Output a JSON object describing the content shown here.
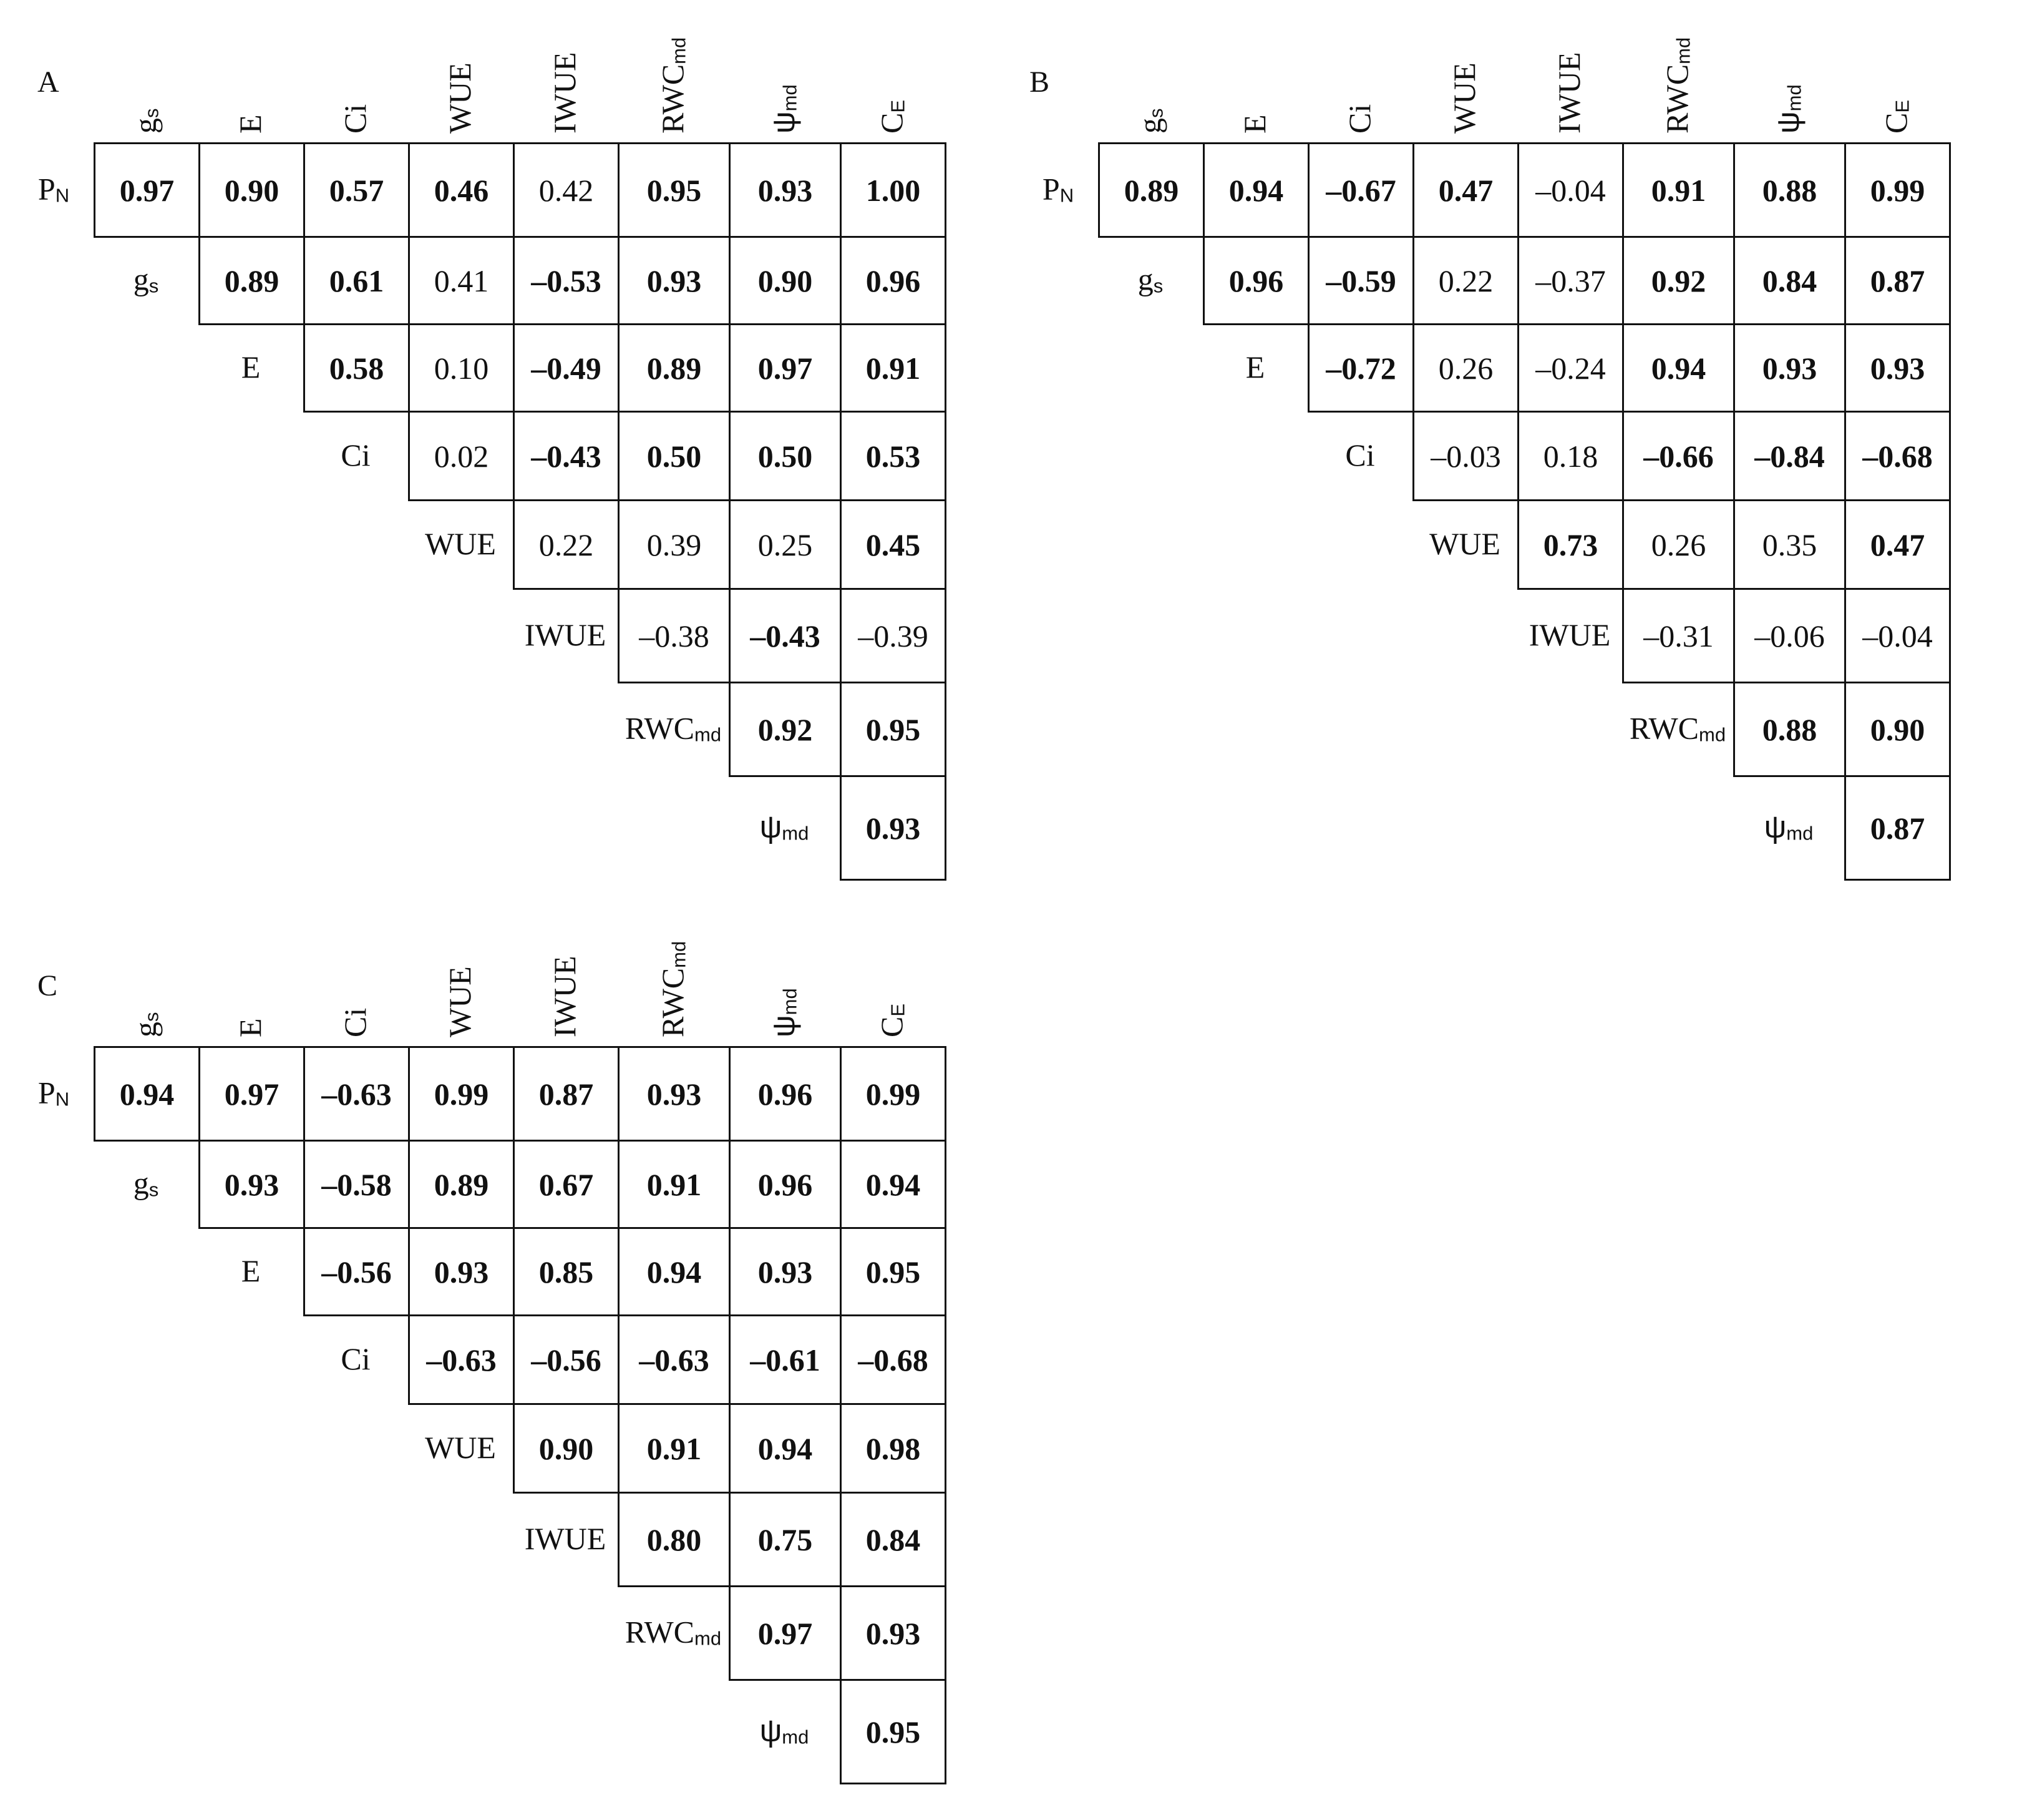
{
  "variables": [
    "P_N",
    "g_s",
    "E",
    "Ci",
    "WUE",
    "IWUE",
    "RWC_md",
    "psi_md",
    "C_E"
  ],
  "labels": {
    "P_N": {
      "main": "P",
      "sub": "N"
    },
    "g_s": {
      "main": "g",
      "sub": "s"
    },
    "E": {
      "main": "E",
      "sub": ""
    },
    "Ci": {
      "main": "Ci",
      "sub": ""
    },
    "WUE": {
      "main": "WUE",
      "sub": ""
    },
    "IWUE": {
      "main": "IWUE",
      "sub": ""
    },
    "RWC_md": {
      "main": "RWC",
      "sub": "md"
    },
    "psi_md": {
      "main": "ψ",
      "sub": "md"
    },
    "C_E": {
      "main": "C",
      "sub": "E"
    }
  },
  "chart_data": [
    {
      "type": "table",
      "panel": "A",
      "rows": [
        "P_N",
        "g_s",
        "E",
        "Ci",
        "WUE",
        "IWUE",
        "RWC_md",
        "psi_md"
      ],
      "columns": [
        "g_s",
        "E",
        "Ci",
        "WUE",
        "IWUE",
        "RWC_md",
        "psi_md",
        "C_E"
      ],
      "values": [
        [
          [
            "0.97",
            true
          ],
          [
            "0.90",
            true
          ],
          [
            "0.57",
            true
          ],
          [
            "0.46",
            true
          ],
          [
            "0.42",
            false
          ],
          [
            "0.95",
            true
          ],
          [
            "0.93",
            true
          ],
          [
            "1.00",
            true
          ]
        ],
        [
          [
            "0.89",
            true
          ],
          [
            "0.61",
            true
          ],
          [
            "0.41",
            false
          ],
          [
            "–0.53",
            true
          ],
          [
            "0.93",
            true
          ],
          [
            "0.90",
            true
          ],
          [
            "0.96",
            true
          ]
        ],
        [
          [
            "0.58",
            true
          ],
          [
            "0.10",
            false
          ],
          [
            "–0.49",
            true
          ],
          [
            "0.89",
            true
          ],
          [
            "0.97",
            true
          ],
          [
            "0.91",
            true
          ]
        ],
        [
          [
            "0.02",
            false
          ],
          [
            "–0.43",
            true
          ],
          [
            "0.50",
            true
          ],
          [
            "0.50",
            true
          ],
          [
            "0.53",
            true
          ]
        ],
        [
          [
            "0.22",
            false
          ],
          [
            "0.39",
            false
          ],
          [
            "0.25",
            false
          ],
          [
            "0.45",
            true
          ]
        ],
        [
          [
            "–0.38",
            false
          ],
          [
            "–0.43",
            true
          ],
          [
            "–0.39",
            false
          ]
        ],
        [
          [
            "0.92",
            true
          ],
          [
            "0.95",
            true
          ]
        ],
        [
          [
            "0.93",
            true
          ]
        ]
      ]
    },
    {
      "type": "table",
      "panel": "B",
      "rows": [
        "P_N",
        "g_s",
        "E",
        "Ci",
        "WUE",
        "IWUE",
        "RWC_md",
        "psi_md"
      ],
      "columns": [
        "g_s",
        "E",
        "Ci",
        "WUE",
        "IWUE",
        "RWC_md",
        "psi_md",
        "C_E"
      ],
      "values": [
        [
          [
            "0.89",
            true
          ],
          [
            "0.94",
            true
          ],
          [
            "–0.67",
            true
          ],
          [
            "0.47",
            true
          ],
          [
            "–0.04",
            false
          ],
          [
            "0.91",
            true
          ],
          [
            "0.88",
            true
          ],
          [
            "0.99",
            true
          ]
        ],
        [
          [
            "0.96",
            true
          ],
          [
            "–0.59",
            true
          ],
          [
            "0.22",
            false
          ],
          [
            "–0.37",
            false
          ],
          [
            "0.92",
            true
          ],
          [
            "0.84",
            true
          ],
          [
            "0.87",
            true
          ]
        ],
        [
          [
            "–0.72",
            true
          ],
          [
            "0.26",
            false
          ],
          [
            "–0.24",
            false
          ],
          [
            "0.94",
            true
          ],
          [
            "0.93",
            true
          ],
          [
            "0.93",
            true
          ]
        ],
        [
          [
            "–0.03",
            false
          ],
          [
            "0.18",
            false
          ],
          [
            "–0.66",
            true
          ],
          [
            "–0.84",
            true
          ],
          [
            "–0.68",
            true
          ]
        ],
        [
          [
            "0.73",
            true
          ],
          [
            "0.26",
            false
          ],
          [
            "0.35",
            false
          ],
          [
            "0.47",
            true
          ]
        ],
        [
          [
            "–0.31",
            false
          ],
          [
            "–0.06",
            false
          ],
          [
            "–0.04",
            false
          ]
        ],
        [
          [
            "0.88",
            true
          ],
          [
            "0.90",
            true
          ]
        ],
        [
          [
            "0.87",
            true
          ]
        ]
      ]
    },
    {
      "type": "table",
      "panel": "C",
      "rows": [
        "P_N",
        "g_s",
        "E",
        "Ci",
        "WUE",
        "IWUE",
        "RWC_md",
        "psi_md"
      ],
      "columns": [
        "g_s",
        "E",
        "Ci",
        "WUE",
        "IWUE",
        "RWC_md",
        "psi_md",
        "C_E"
      ],
      "values": [
        [
          [
            "0.94",
            true
          ],
          [
            "0.97",
            true
          ],
          [
            "–0.63",
            true
          ],
          [
            "0.99",
            true
          ],
          [
            "0.87",
            true
          ],
          [
            "0.93",
            true
          ],
          [
            "0.96",
            true
          ],
          [
            "0.99",
            true
          ]
        ],
        [
          [
            "0.93",
            true
          ],
          [
            "–0.58",
            true
          ],
          [
            "0.89",
            true
          ],
          [
            "0.67",
            true
          ],
          [
            "0.91",
            true
          ],
          [
            "0.96",
            true
          ],
          [
            "0.94",
            true
          ]
        ],
        [
          [
            "–0.56",
            true
          ],
          [
            "0.93",
            true
          ],
          [
            "0.85",
            true
          ],
          [
            "0.94",
            true
          ],
          [
            "0.93",
            true
          ],
          [
            "0.95",
            true
          ]
        ],
        [
          [
            "–0.63",
            true
          ],
          [
            "–0.56",
            true
          ],
          [
            "–0.63",
            true
          ],
          [
            "–0.61",
            true
          ],
          [
            "–0.68",
            true
          ]
        ],
        [
          [
            "0.90",
            true
          ],
          [
            "0.91",
            true
          ],
          [
            "0.94",
            true
          ],
          [
            "0.98",
            true
          ]
        ],
        [
          [
            "0.80",
            true
          ],
          [
            "0.75",
            true
          ],
          [
            "0.84",
            true
          ]
        ],
        [
          [
            "0.97",
            true
          ],
          [
            "0.93",
            true
          ]
        ],
        [
          [
            "0.95",
            true
          ]
        ]
      ]
    }
  ]
}
